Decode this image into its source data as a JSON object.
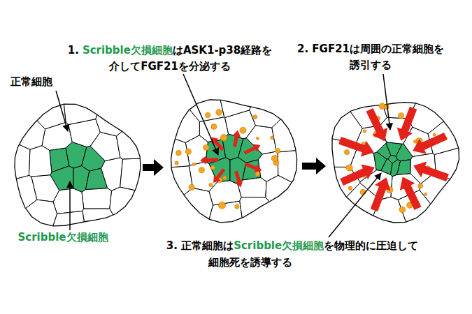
{
  "diagram": {
    "labels": [
      "1.",
      "Scribble欠損細胞",
      "はASK1-p38経路を",
      "介してFGF21を分泌する",
      "2. FGF21は周囲の正常細胞を",
      "誘引する",
      "正常細胞",
      "Scribble欠損細胞",
      "3. 正常細胞は",
      "Scribble欠損細胞",
      "を物理的に圧迫して",
      "細胞死を誘導する"
    ]
  }
}
